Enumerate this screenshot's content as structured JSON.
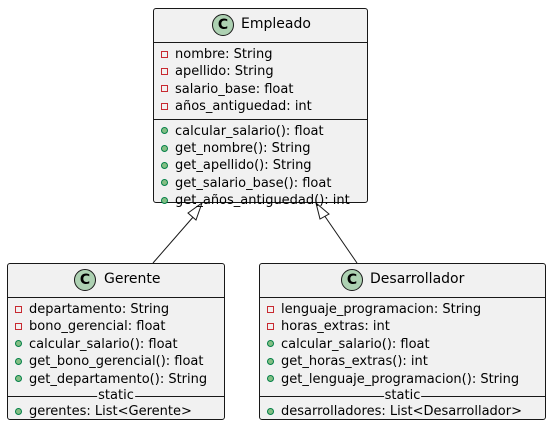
{
  "diagram": {
    "empleado": {
      "stereotype": "C",
      "name": "Empleado",
      "attributes": [
        {
          "vis": "private",
          "text": "nombre: String"
        },
        {
          "vis": "private",
          "text": "apellido: String"
        },
        {
          "vis": "private",
          "text": "salario_base: float"
        },
        {
          "vis": "private",
          "text": "años_antiguedad: int"
        }
      ],
      "methods": [
        {
          "vis": "public",
          "text": "calcular_salario(): float"
        },
        {
          "vis": "public",
          "text": "get_nombre(): String"
        },
        {
          "vis": "public",
          "text": "get_apellido(): String"
        },
        {
          "vis": "public",
          "text": "get_salario_base(): float"
        },
        {
          "vis": "public",
          "text": "get_años_antiguedad(): int"
        }
      ]
    },
    "gerente": {
      "stereotype": "C",
      "name": "Gerente",
      "members": [
        {
          "vis": "private",
          "text": "departamento: String"
        },
        {
          "vis": "private",
          "text": "bono_gerencial: float"
        },
        {
          "vis": "public",
          "text": "calcular_salario(): float"
        },
        {
          "vis": "public",
          "text": "get_bono_gerencial(): float"
        },
        {
          "vis": "public",
          "text": "get_departamento(): String"
        }
      ],
      "static_label": "static",
      "static_members": [
        {
          "vis": "public",
          "text": "gerentes: List<Gerente>"
        }
      ]
    },
    "desarrollador": {
      "stereotype": "C",
      "name": "Desarrollador",
      "members": [
        {
          "vis": "private",
          "text": "lenguaje_programacion: String"
        },
        {
          "vis": "private",
          "text": "horas_extras: int"
        },
        {
          "vis": "public",
          "text": "calcular_salario(): float"
        },
        {
          "vis": "public",
          "text": "get_horas_extras(): int"
        },
        {
          "vis": "public",
          "text": "get_lenguaje_programacion(): String"
        }
      ],
      "static_label": "static",
      "static_members": [
        {
          "vis": "public",
          "text": "desarrolladores: List<Desarrollador>"
        }
      ]
    },
    "relations": [
      {
        "from": "Gerente",
        "to": "Empleado",
        "type": "inheritance"
      },
      {
        "from": "Desarrollador",
        "to": "Empleado",
        "type": "inheritance"
      }
    ],
    "colors": {
      "class_fill": "#f1f1f1",
      "border": "#181818",
      "class_icon": "#add1b2",
      "private_marker": "#c82930",
      "public_marker": "#84be84"
    }
  }
}
